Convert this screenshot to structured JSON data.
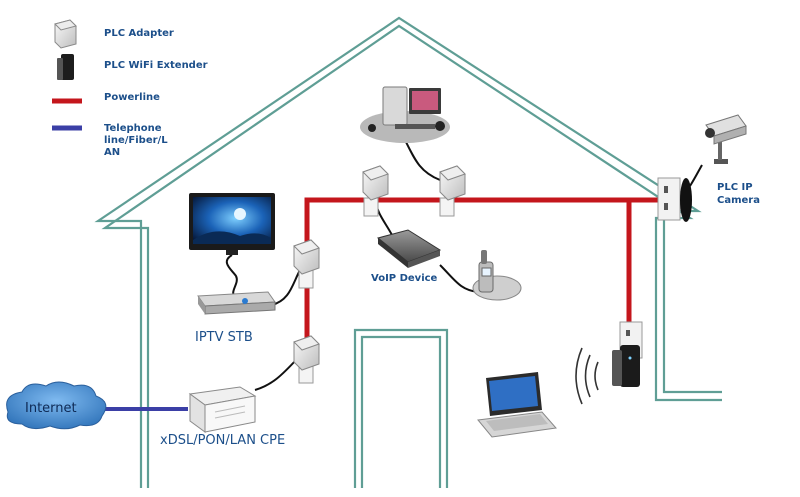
{
  "legend": {
    "plc_adapter": "PLC Adapter",
    "plc_wifi_extender": "PLC WiFi Extender",
    "powerline": "Powerline",
    "telephone_line": "Telephone line/Fiber/L AN"
  },
  "labels": {
    "voip_device": "VoIP Device",
    "plc_ip_camera": "PLC IP Camera",
    "iptv_stb": "IPTV STB",
    "internet": "Internet",
    "xdsl_cpe": "xDSL/PON/LAN CPE"
  },
  "colors": {
    "house_outline": "#5f9e95",
    "powerline": "#c4161c",
    "telephone_line": "#3b3fa6",
    "label_text": "#1c4f8a",
    "cloud": "#4a90d0"
  }
}
